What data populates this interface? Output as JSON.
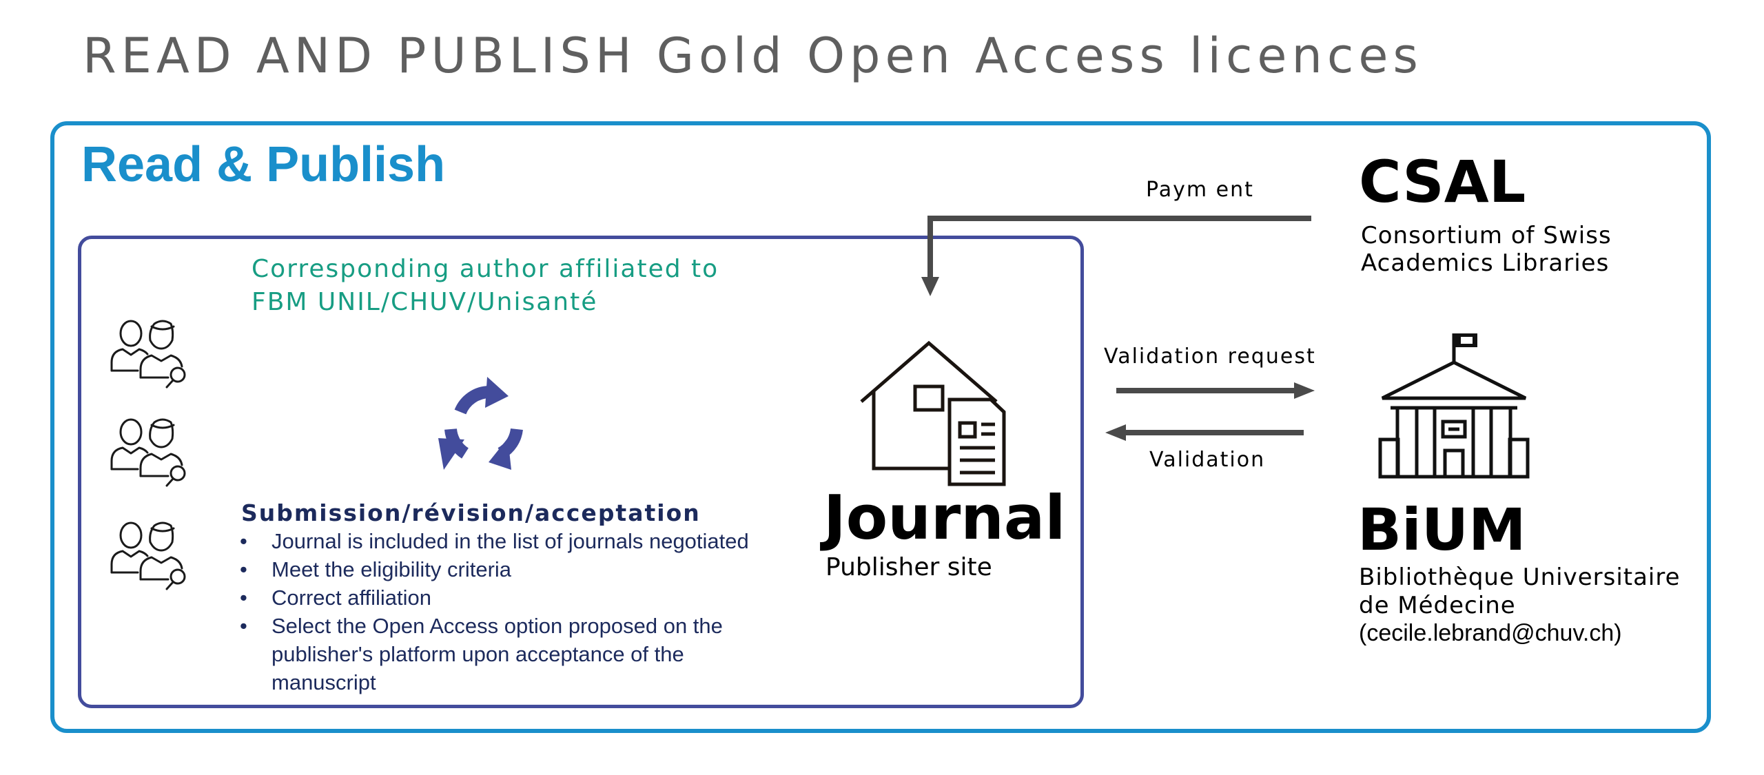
{
  "title": "READ AND PUBLISH Gold Open Access licences",
  "section_heading": "Read & Publish",
  "author": {
    "line1": "Corresponding author affiliated to",
    "line2": "FBM UNIL/CHUV/Unisanté"
  },
  "workflow": {
    "heading": "Submission/révision/acceptation",
    "criteria": [
      "Journal is included in the list of journals negotiated",
      "Meet the eligibility criteria",
      "Correct affiliation",
      "Select the Open Access option proposed on the publisher's platform upon acceptance of the manuscript"
    ]
  },
  "journal": {
    "title": "Journal",
    "subtitle": "Publisher site"
  },
  "flows": {
    "payment": "Paym ent",
    "validation_request": "Validation request",
    "validation": "Validation"
  },
  "csal": {
    "title": "CSAL",
    "line1": "Consortium of Swiss",
    "line2": "Academics Libraries"
  },
  "bium": {
    "title": "BiUM",
    "line1": "Bibliothèque Universitaire",
    "line2": "de Médecine",
    "contact": "(cecile.lebrand@chuv.ch)"
  },
  "colors": {
    "title_gray": "#5f5f5f",
    "frame_blue": "#1a8fcb",
    "inner_indigo": "#434c9c",
    "author_teal": "#179d83",
    "text_navy": "#1c2a5c",
    "arrow_gray": "#4a4a4a"
  },
  "icons": {
    "people": "people-search-icon",
    "cycle": "cycle-arrows-icon",
    "journal": "house-document-icon",
    "library": "library-building-icon"
  }
}
